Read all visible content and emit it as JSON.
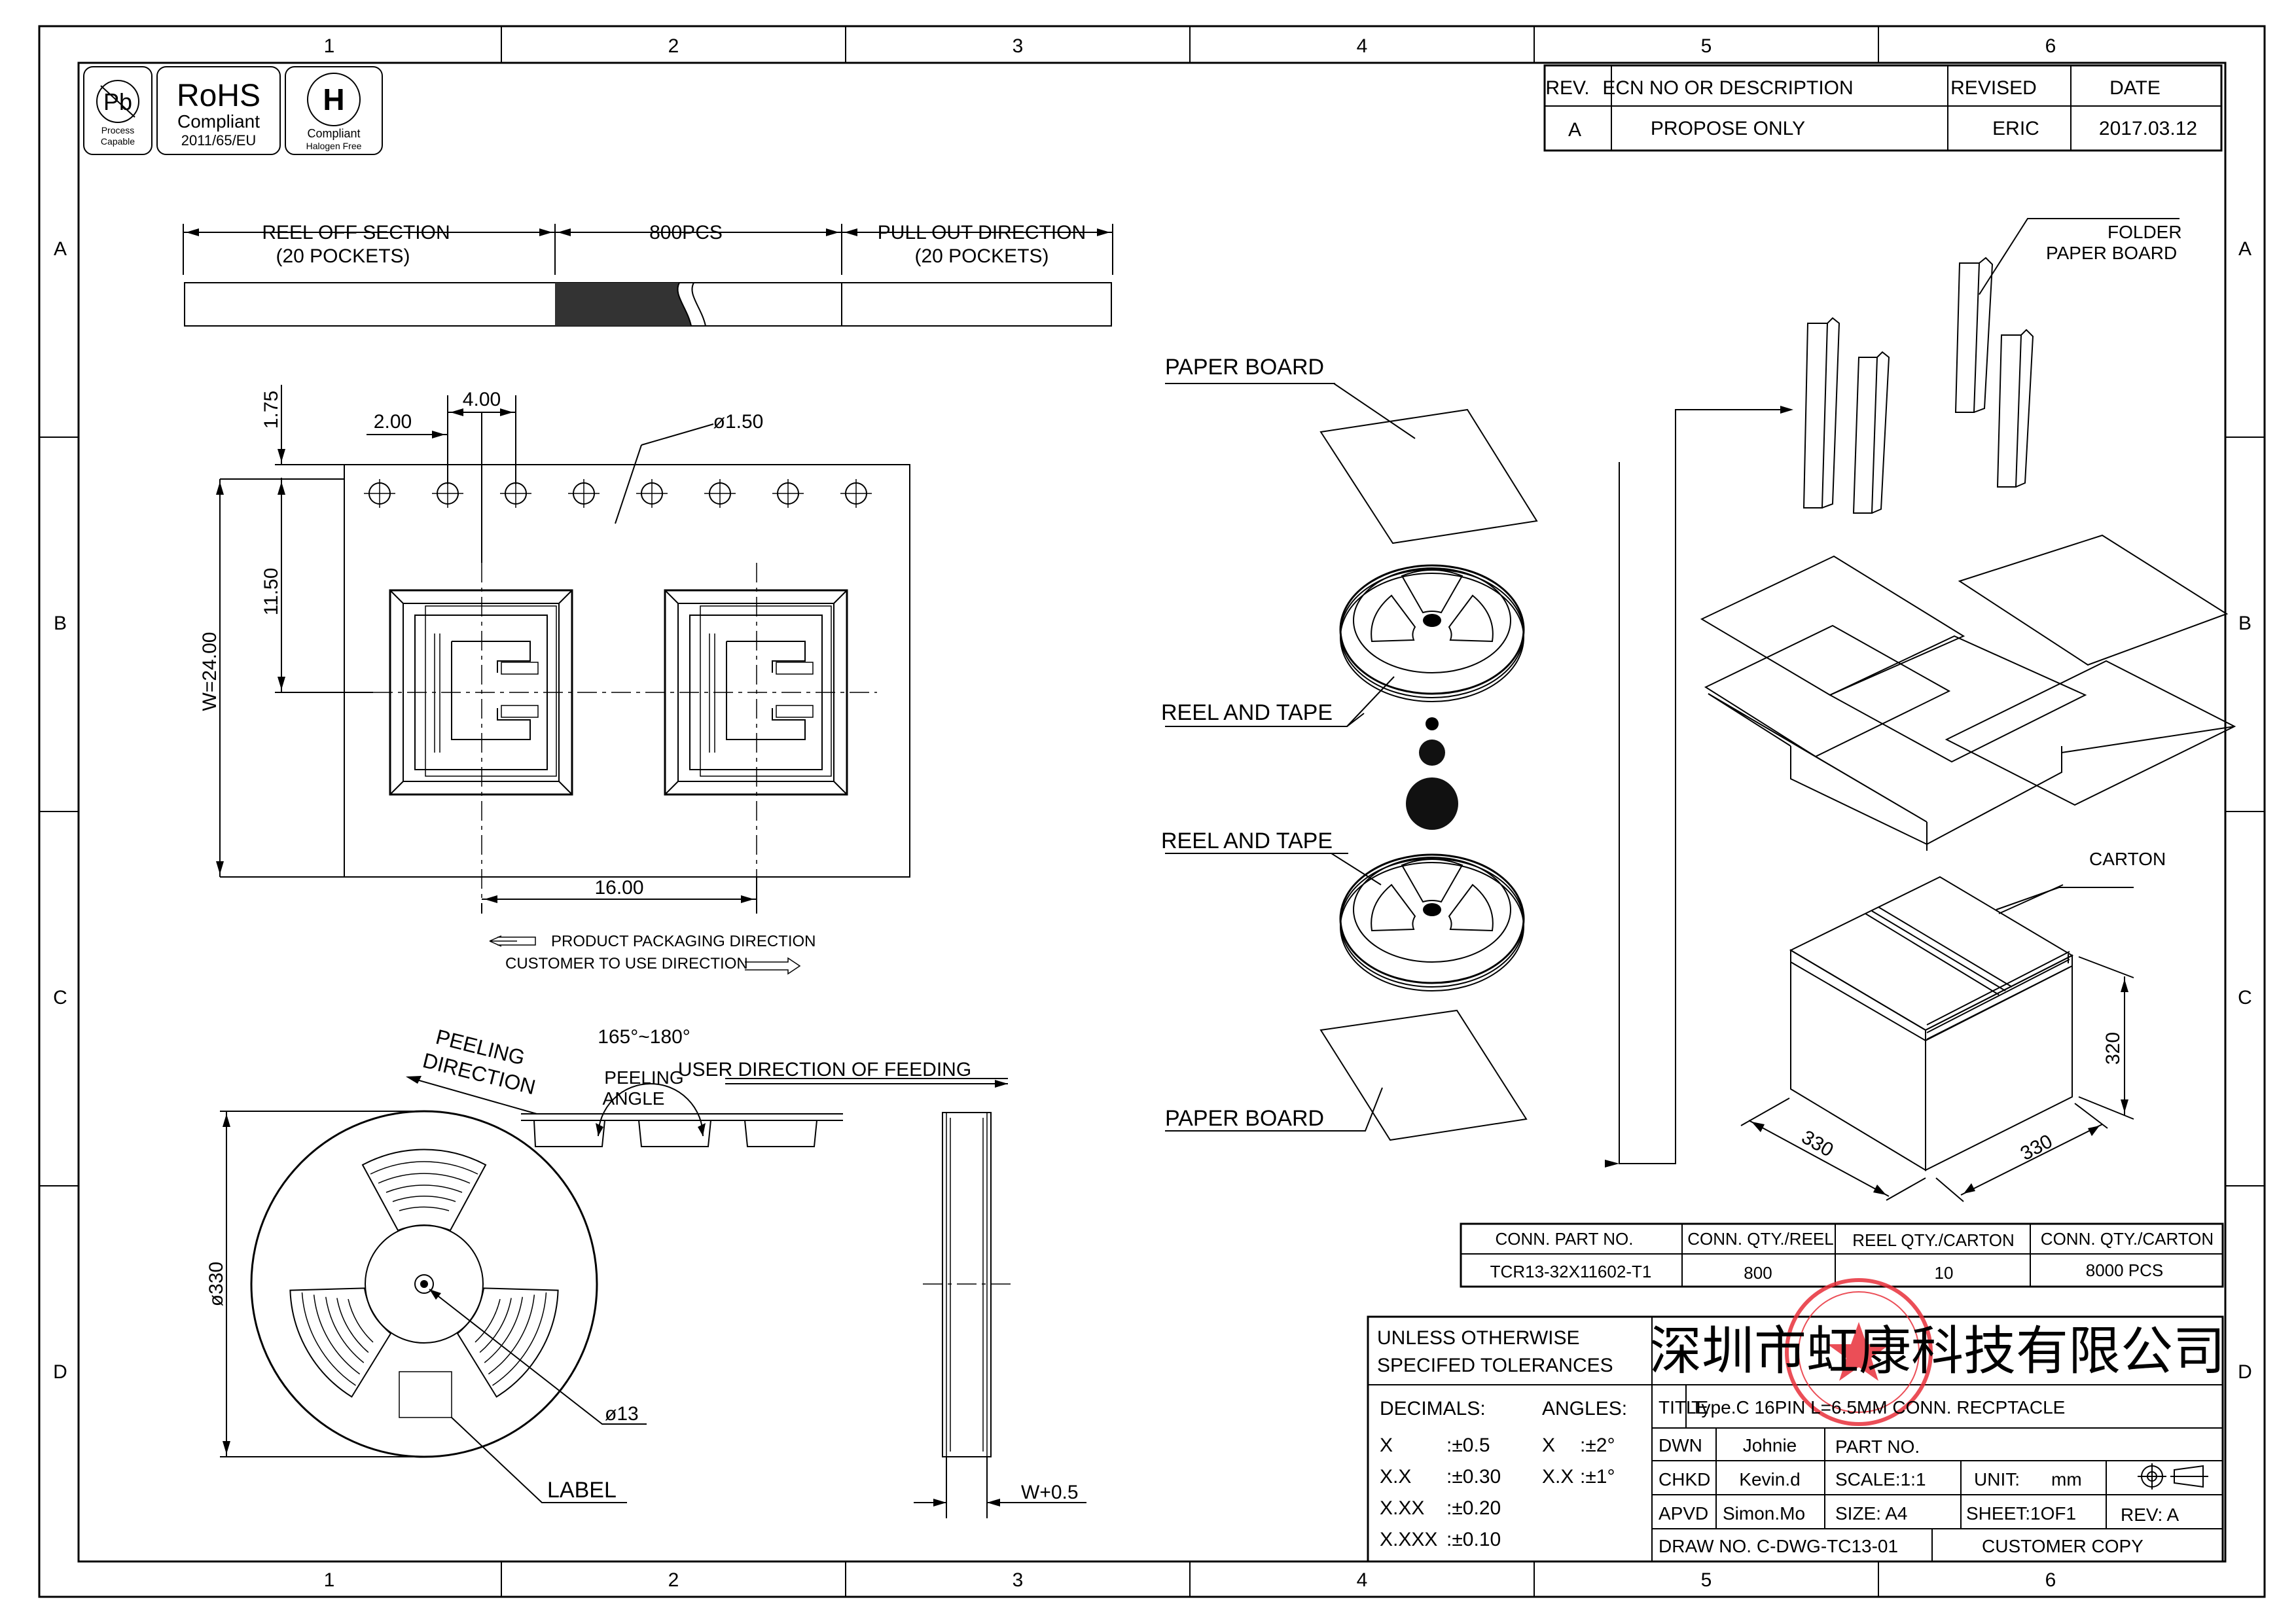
{
  "frame": {
    "columns": [
      "1",
      "2",
      "3",
      "4",
      "5",
      "6"
    ],
    "rows": [
      "A",
      "B",
      "C",
      "D"
    ]
  },
  "logos": {
    "pb_sub1": "Process",
    "pb_sub2": "Capable",
    "rohs_title": "RoHS",
    "rohs_sub1": "Compliant",
    "rohs_sub2": "2011/65/EU",
    "halogen_sub1": "Compliant",
    "halogen_sub2": "Halogen Free"
  },
  "revision_table": {
    "headers": [
      "REV.",
      "ECN NO OR DESCRIPTION",
      "REVISED",
      "DATE"
    ],
    "row": [
      "A",
      "PROPOSE ONLY",
      "ERIC",
      "2017.03.12"
    ]
  },
  "tape": {
    "reel_off_section": "REEL OFF SECTION",
    "reel_off_pockets": "(20 POCKETS)",
    "pcs": "800PCS",
    "pull_out_direction": "PULL OUT DIRECTION",
    "pull_out_pockets": "(20 POCKETS)"
  },
  "tape_dims": {
    "d175": "1.75",
    "d400": "4.00",
    "d200": "2.00",
    "d150": "ø1.50",
    "d1150": "11.50",
    "w2400": "W=24.00",
    "d1600": "16.00"
  },
  "directions": {
    "product_packaging": "PRODUCT PACKAGING DIRECTION",
    "customer_use": "CUSTOMER TO USE DIRECTION"
  },
  "reel": {
    "peeling_direction_1": "PEELING",
    "peeling_direction_2": "DIRECTION",
    "angle_range": "165°~180°",
    "peeling_angle_1": "PEELING",
    "peeling_angle_2": "ANGLE",
    "user_direction": "USER DIRECTION OF FEEDING",
    "diameter": "ø330",
    "hub": "ø13",
    "label": "LABEL",
    "width": "W+0.5"
  },
  "packing": {
    "paper_board_top": "PAPER BOARD",
    "reel_and_tape_1": "REEL AND TAPE",
    "reel_and_tape_2": "REEL AND TAPE",
    "paper_board_bottom": "PAPER BOARD",
    "folder_1": "FOLDER",
    "folder_2": "PAPER BOARD",
    "carton": "CARTON",
    "dim_320": "320",
    "dim_330a": "330",
    "dim_330b": "330"
  },
  "qty_table": {
    "headers": [
      "CONN. PART NO.",
      "CONN. QTY./REEL",
      "REEL QTY./CARTON",
      "CONN. QTY./CARTON"
    ],
    "row": [
      "TCR13-32X11602-T1",
      "800",
      "10",
      "8000 PCS"
    ]
  },
  "title_block": {
    "tol_1": "UNLESS OTHERWISE",
    "tol_2": "SPECIFED TOLERANCES",
    "decimals": "DECIMALS:",
    "angles": "ANGLES:",
    "x": "X",
    "x_val": ":±0.5",
    "ax": "X",
    "ax_val": ":±2°",
    "xx": "X.X",
    "xx_val": ":±0.30",
    "axx": "X.X",
    "axx_val": ":±1°",
    "xxx": "X.XX",
    "xxx_val": ":±0.20",
    "xxxx": "X.XXX",
    "xxxx_val": ":±0.10",
    "company": "深圳市虹康科技有限公司",
    "title_label": "TITLE",
    "title_value": "Type.C  16PIN  L=6.5MM  CONN.  RECPTACLE",
    "dwn_label": "DWN",
    "dwn_value": "Johnie",
    "part_no": "PART  NO.",
    "chkd_label": "CHKD",
    "chkd_value": "Kevin.d",
    "scale": "SCALE:1:1",
    "unit_label": "UNIT:",
    "unit_value": "mm",
    "apvd_label": "APVD",
    "apvd_value": "Simon.Mo",
    "size": "SIZE:  A4",
    "sheet": "SHEET:1OF1",
    "rev": "REV:  A",
    "drawing_no": "DRAW  NO.  C-DWG-TC13-01",
    "copy": "CUSTOMER  COPY"
  },
  "colors": {
    "stamp": "#e8303a",
    "ink": "#000000"
  }
}
